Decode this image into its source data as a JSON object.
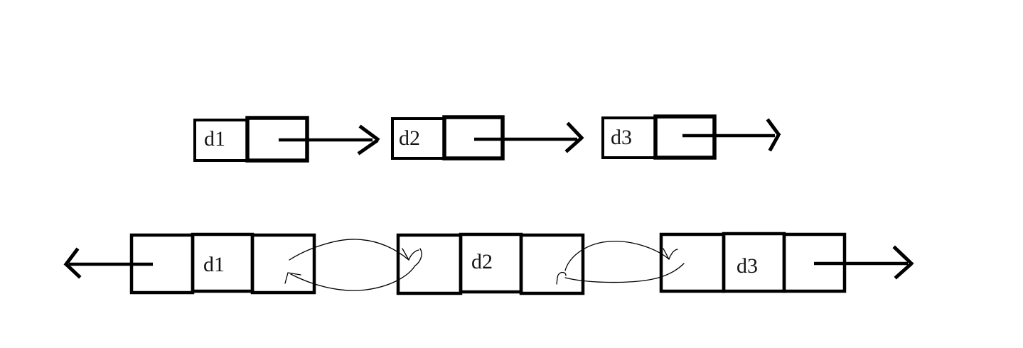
{
  "diagram": {
    "colors": {
      "ink": "#000000",
      "background": "#ffffff",
      "label_text": "#141414"
    },
    "singly_list": {
      "nodes": [
        {
          "label": "d1"
        },
        {
          "label": "d2"
        },
        {
          "label": "d3"
        }
      ]
    },
    "doubly_list": {
      "nodes": [
        {
          "label": "d1"
        },
        {
          "label": "d2"
        },
        {
          "label": "d3"
        }
      ]
    }
  }
}
